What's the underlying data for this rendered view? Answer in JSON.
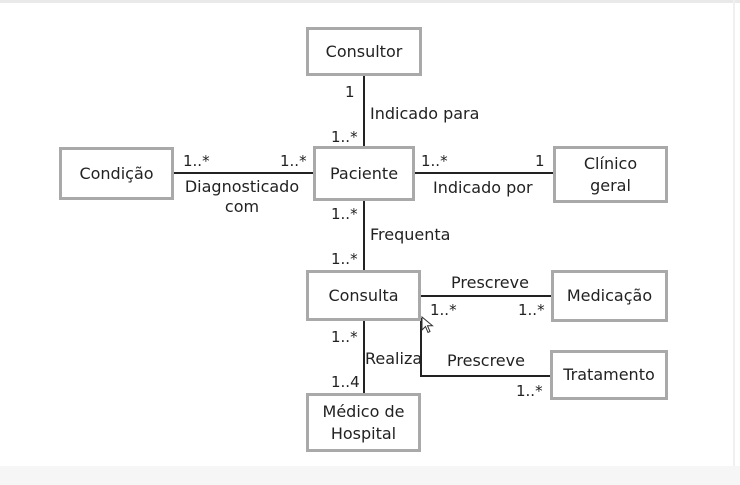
{
  "classes": {
    "consultor": "Consultor",
    "paciente": "Paciente",
    "condicao": "Condição",
    "clinico": "Clínico\ngeral",
    "consulta": "Consulta",
    "medicacao": "Medicação",
    "tratamento": "Tratamento",
    "medico": "Médico de\nHospital"
  },
  "associations": {
    "indicado_para": {
      "label": "Indicado para",
      "mult_top": "1",
      "mult_bottom": "1..*"
    },
    "diagnosticado": {
      "label": "Diagnosticado\ncom",
      "mult_left": "1..*",
      "mult_right": "1..*"
    },
    "indicado_por": {
      "label": "Indicado por",
      "mult_left": "1..*",
      "mult_right": "1"
    },
    "frequenta": {
      "label": "Frequenta",
      "mult_top": "1..*",
      "mult_bottom": "1..*"
    },
    "prescreve_medicacao": {
      "label": "Prescreve",
      "mult_left": "1..*",
      "mult_right": "1..*"
    },
    "prescreve_tratamento": {
      "label": "Prescreve",
      "mult_right": "1..*"
    },
    "realiza": {
      "label": "Realiza",
      "mult_top": "1..*",
      "mult_bottom": "1..4"
    }
  }
}
